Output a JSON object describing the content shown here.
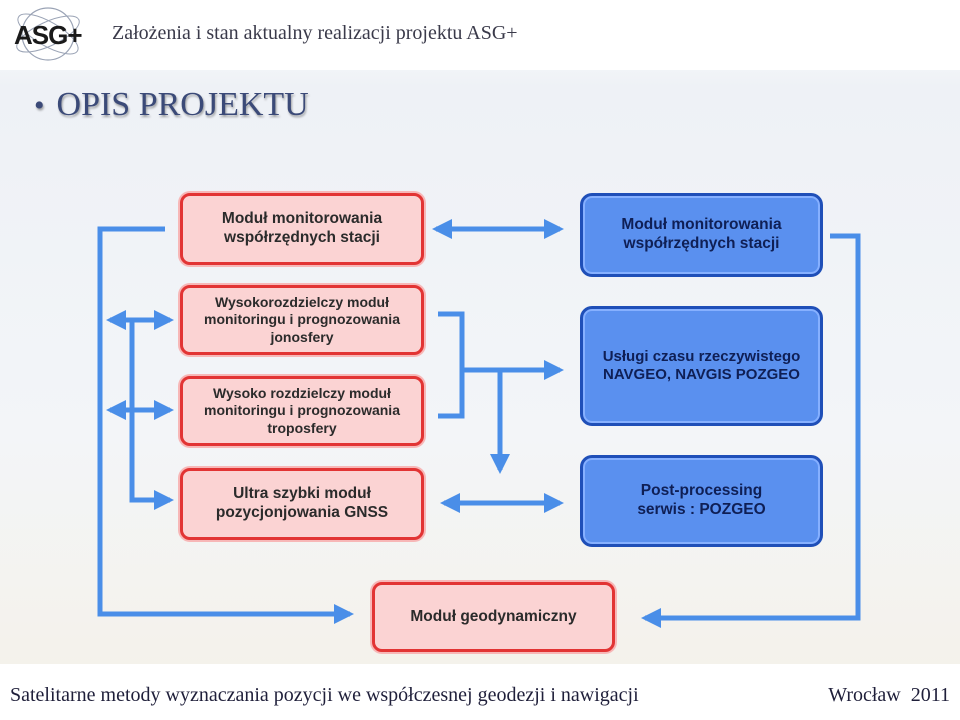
{
  "header": {
    "logo_text": "ASG+",
    "title": "Założenia i stan aktualny realizacji projektu ASG+"
  },
  "slide": {
    "bullet": "•",
    "heading": "OPIS PROJEKTU"
  },
  "diagram": {
    "left_boxes": [
      "Moduł monitorowania współrzędnych stacji",
      "Wysokorozdzielczy moduł monitoringu i prognozowania jonosfery",
      "Wysoko rozdzielczy moduł monitoringu i prognozowania troposfery",
      "Ultra szybki moduł pozycjonjowania GNSS"
    ],
    "right_boxes": [
      "Moduł monitorowania współrzędnych stacji",
      "Usługi czasu rzeczywistego NAVGEO, NAVGIS POZGEO",
      "Post-processing serwis : POZGEO"
    ],
    "bottom_box": "Moduł geodynamiczny",
    "colors": {
      "red_fill": "#fbd3d3",
      "red_border": "#e23434",
      "blue_fill": "#5a90ef",
      "blue_border": "#1f4fb8",
      "arrow": "#4a8ee8"
    }
  },
  "footer": {
    "left": "Satelitarne metody wyznaczania pozycji we współczesnej geodezji i nawigacji",
    "right": "Wrocław  2011"
  }
}
